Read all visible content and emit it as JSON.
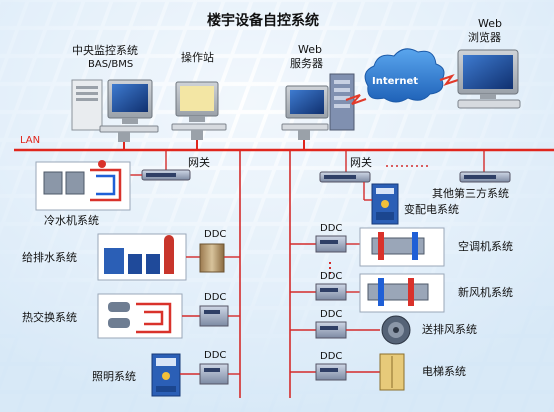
{
  "title": "楼宇设备自控系统",
  "network": {
    "lan_label": "LAN",
    "internet_label": "Internet"
  },
  "top_nodes": {
    "central": {
      "label_line1": "中央监控系统",
      "label_line2": "BAS/BMS"
    },
    "workstation": {
      "label": "操作站"
    },
    "web_server": {
      "label_line1": "Web",
      "label_line2": "服务器"
    },
    "web_browser": {
      "label_line1": "Web",
      "label_line2": "浏览器"
    }
  },
  "gateways": {
    "left": {
      "label": "网关"
    },
    "right": {
      "label": "网关"
    }
  },
  "subsystems_left": {
    "chiller": "冷水机系统",
    "water": "给排水系统",
    "heat_exchange": "热交换系统",
    "lighting": "照明系统"
  },
  "subsystems_right": {
    "power": "变配电系统",
    "third_party": "其他第三方系统",
    "aircon": "空调机系统",
    "fresh_air": "新风机系统",
    "ventilation": "送排风系统",
    "elevator": "电梯系统"
  },
  "ddc_label": "DDC",
  "colors": {
    "lan_line": "#e0261d",
    "bus_line": "#d42b2b",
    "internet_cloud": "#2f7fd6",
    "panel_bg": "#ffffff"
  }
}
